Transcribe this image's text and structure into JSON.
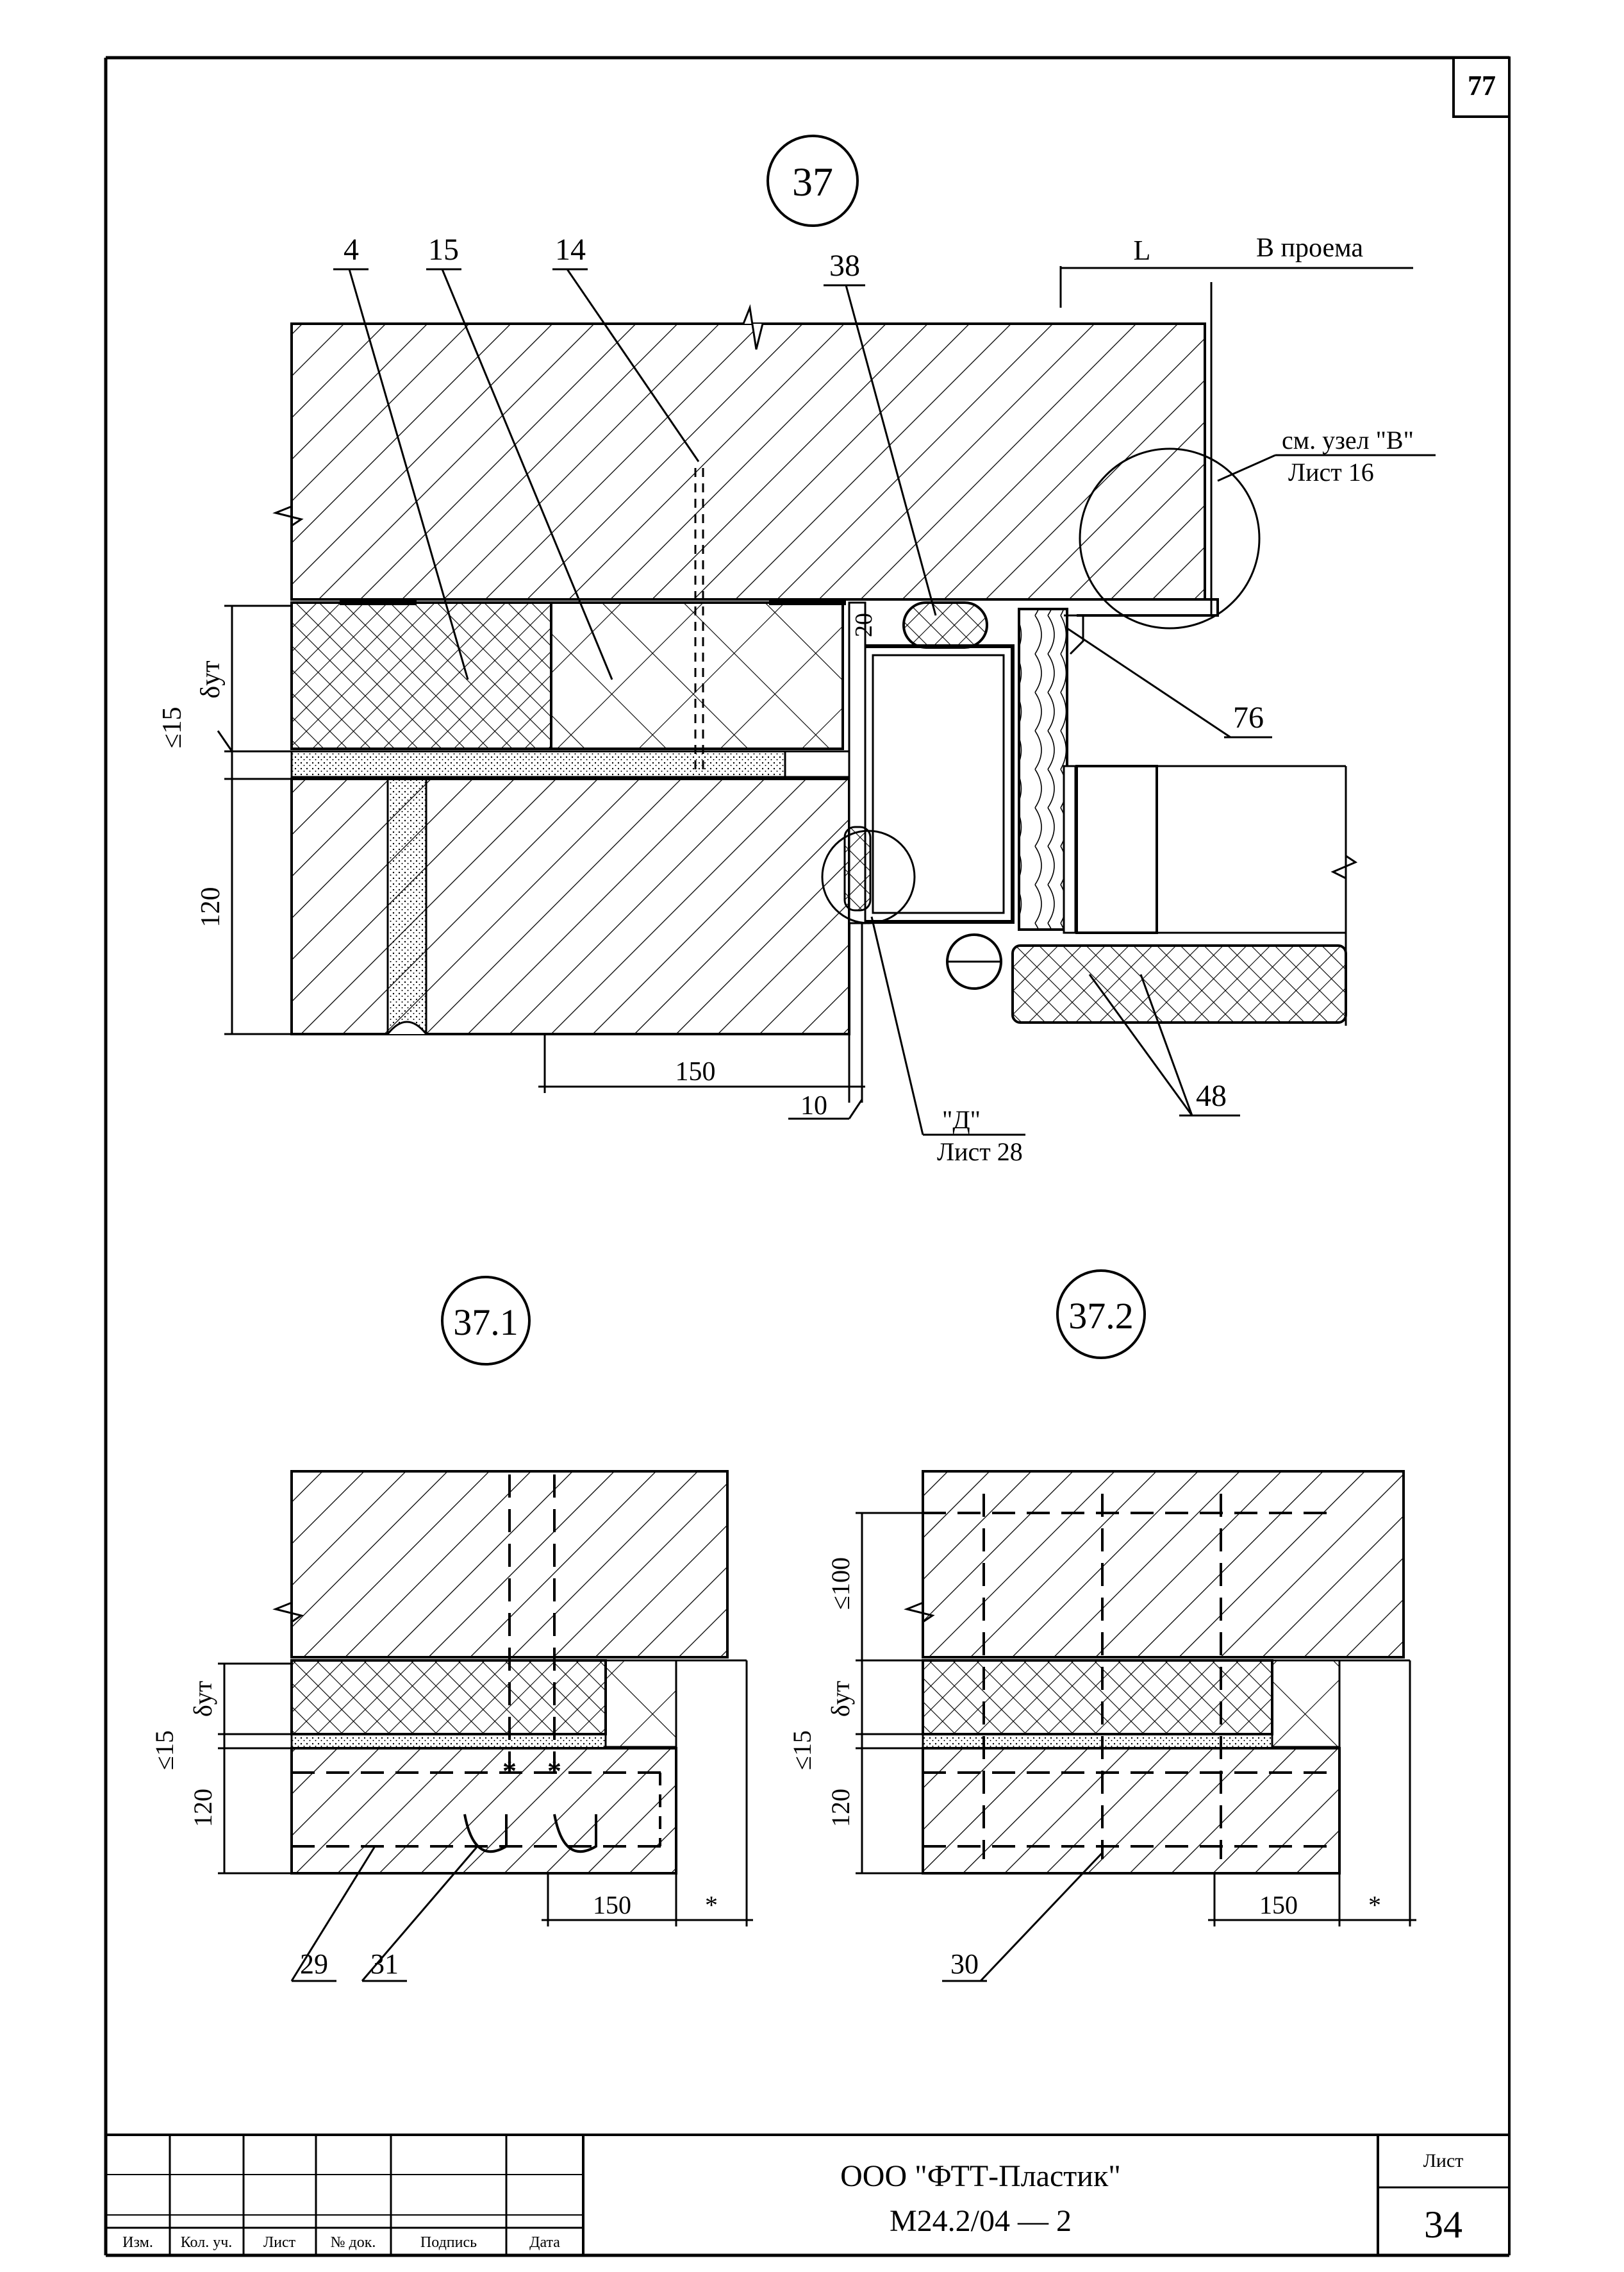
{
  "sheet": {
    "top_number": "77",
    "company": "ООО \"ФТТ-Пластик\"",
    "document_code": "М24.2/04 — 2",
    "sheet_label": "Лист",
    "sheet_number": "34",
    "stamp_headers": [
      "Изм.",
      "Кол. уч.",
      "Лист",
      "№ док.",
      "Подпись",
      "Дата"
    ]
  },
  "detail_37": {
    "id": "37",
    "callouts": [
      "4",
      "15",
      "14",
      "38",
      "76",
      "48"
    ],
    "dim_L": "L",
    "opening_label": "В проема",
    "ref_B_line1": "см. узел \"В\"",
    "ref_B_line2": "Лист 16",
    "ref_D_line1": "\"Д\"",
    "ref_D_line2": "Лист 28",
    "dim_20": "20",
    "dim_delta": "δут",
    "dim_le15": "≤15",
    "dim_120": "120",
    "dim_150": "150",
    "dim_10": "10"
  },
  "detail_37_1": {
    "id": "37.1",
    "dim_delta": "δут",
    "dim_le15": "≤15",
    "dim_120": "120",
    "dim_150": "150",
    "dim_star": "*",
    "callout_29": "29",
    "callout_31": "31"
  },
  "detail_37_2": {
    "id": "37.2",
    "dim_le100": "≤100",
    "dim_delta": "δут",
    "dim_le15": "≤15",
    "dim_120": "120",
    "dim_150": "150",
    "dim_star": "*",
    "callout_30": "30"
  }
}
